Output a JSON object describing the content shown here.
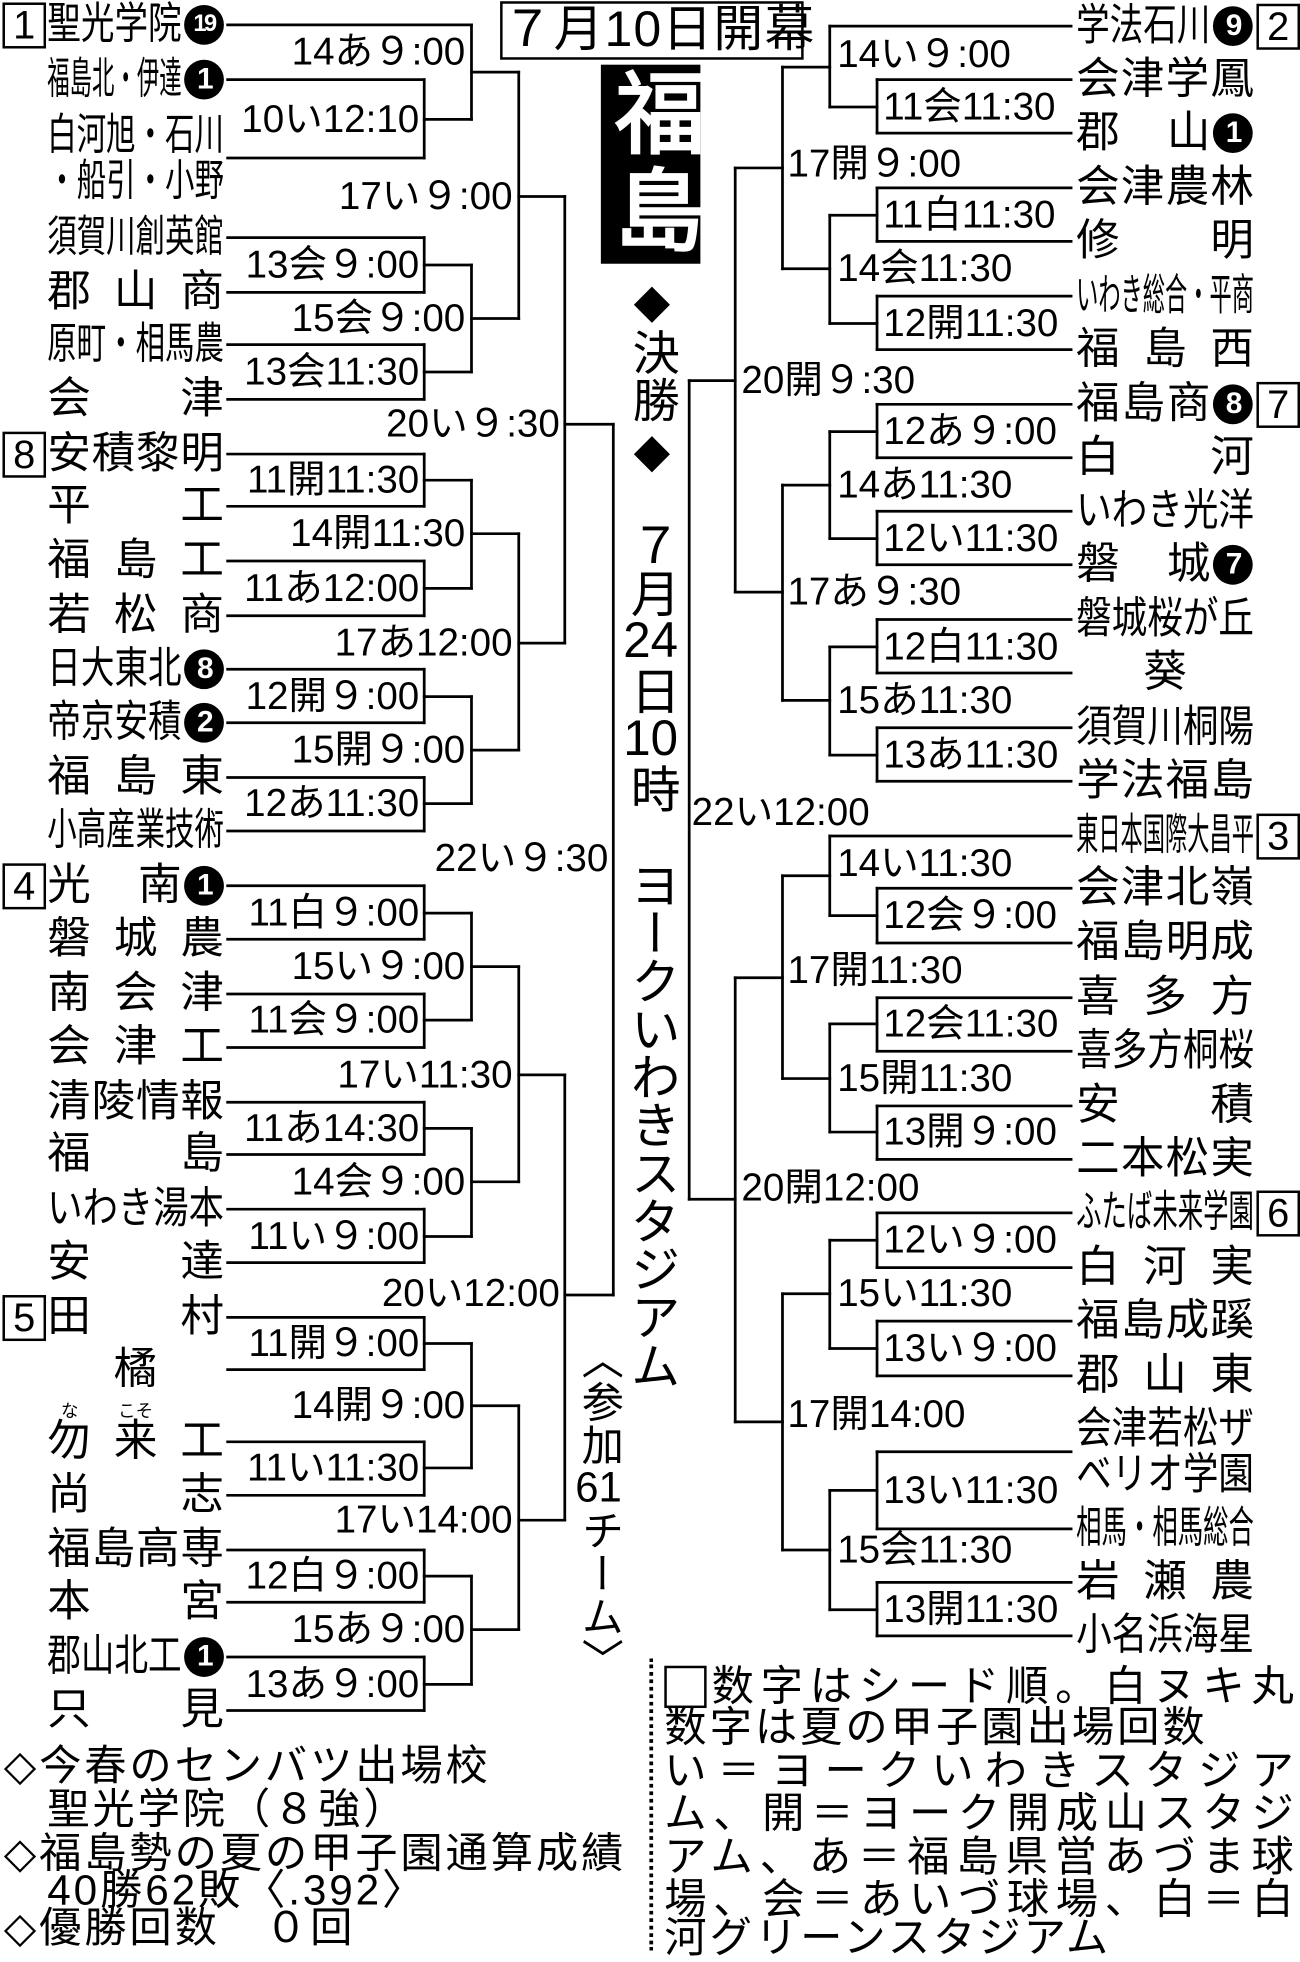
{
  "header": {
    "opening": "７月10日開幕",
    "prefecture": "福島"
  },
  "final": {
    "title": "◆決勝◆",
    "schedule": "７月24日10時　ヨークいわきスタジアム",
    "participants": "〈参加61チーム〉"
  },
  "left_bracket": {
    "teams": [
      {
        "name": "聖光学院",
        "seed": "1",
        "appearances": "19"
      },
      {
        "name": "福島北・伊達",
        "appearances": "1"
      },
      {
        "name_lines": [
          "白河旭・石川",
          "・船引・小野"
        ]
      },
      {
        "name": "須賀川創英館"
      },
      {
        "name": "郡山商"
      },
      {
        "name": "原町・相馬農"
      },
      {
        "name": "会津"
      },
      {
        "name": "安積黎明",
        "seed": "8"
      },
      {
        "name": "平工"
      },
      {
        "name": "福島工"
      },
      {
        "name": "若松商"
      },
      {
        "name": "日大東北",
        "appearances": "8"
      },
      {
        "name": "帝京安積",
        "appearances": "2"
      },
      {
        "name": "福島東"
      },
      {
        "name": "小高産業技術"
      },
      {
        "name": "光南",
        "seed": "4",
        "appearances": "1"
      },
      {
        "name": "磐城農"
      },
      {
        "name": "南会津"
      },
      {
        "name": "会津工"
      },
      {
        "name": "清陵情報"
      },
      {
        "name": "福島"
      },
      {
        "name": "いわき湯本"
      },
      {
        "name": "安達"
      },
      {
        "name": "田村",
        "seed": "5"
      },
      {
        "name": "橘"
      },
      {
        "name": "勿来工",
        "ruby": [
          "な",
          "こそ"
        ]
      },
      {
        "name": "尚志"
      },
      {
        "name": "福島高専"
      },
      {
        "name": "本宮"
      },
      {
        "name": "郡山北工",
        "appearances": "1"
      },
      {
        "name": "只見"
      }
    ],
    "match_labels": [
      "14あ９:00",
      "10い12:10",
      "17い９:00",
      "13会９:00",
      "15会９:00",
      "13会11:30",
      "20い９:30",
      "11開11:30",
      "14開11:30",
      "11あ12:00",
      "17あ12:00",
      "12開９:00",
      "15開９:00",
      "12あ11:30",
      "22い９:30",
      "11白９:00",
      "15い９:00",
      "11会９:00",
      "17い11:30",
      "11あ14:30",
      "14会９:00",
      "11い９:00",
      "20い12:00",
      "11開９:00",
      "14開９:00",
      "11い11:30",
      "17い14:00",
      "12白９:00",
      "15あ９:00",
      "13あ９:00"
    ]
  },
  "right_bracket": {
    "teams": [
      {
        "name": "学法石川",
        "seed": "2",
        "appearances": "9"
      },
      {
        "name": "会津学鳳"
      },
      {
        "name": "郡山",
        "appearances": "1"
      },
      {
        "name": "会津農林"
      },
      {
        "name": "修明"
      },
      {
        "name": "いわき総合・平商"
      },
      {
        "name": "福島西"
      },
      {
        "name": "福島商",
        "seed": "7",
        "appearances": "8"
      },
      {
        "name": "白河"
      },
      {
        "name": "いわき光洋"
      },
      {
        "name": "磐城",
        "appearances": "7"
      },
      {
        "name": "磐城桜が丘"
      },
      {
        "name": "葵"
      },
      {
        "name": "須賀川桐陽"
      },
      {
        "name": "学法福島"
      },
      {
        "name": "東日本国際大昌平",
        "seed": "3"
      },
      {
        "name": "会津北嶺"
      },
      {
        "name": "福島明成"
      },
      {
        "name": "喜多方"
      },
      {
        "name": "喜多方桐桜"
      },
      {
        "name": "安積"
      },
      {
        "name": "二本松実"
      },
      {
        "name": "ふたば未来学園",
        "seed": "6"
      },
      {
        "name": "白河実"
      },
      {
        "name": "福島成蹊"
      },
      {
        "name": "郡山東"
      },
      {
        "name_lines": [
          "会津若松ザ",
          "ベリオ学園"
        ]
      },
      {
        "name": "相馬・相馬総合"
      },
      {
        "name": "岩瀬農"
      },
      {
        "name": "小名浜海星"
      }
    ],
    "match_labels": [
      "14い９:00",
      "11会11:30",
      "17開９:00",
      "11白11:30",
      "14会11:30",
      "12開11:30",
      "20開９:30",
      "12あ９:00",
      "14あ11:30",
      "12い11:30",
      "17あ９:30",
      "12白11:30",
      "15あ11:30",
      "13あ11:30",
      "22い12:00",
      "14い11:30",
      "12会９:00",
      "17開11:30",
      "12会11:30",
      "15開11:30",
      "13開９:00",
      "20開12:00",
      "12い９:00",
      "15い11:30",
      "13い９:00",
      "17開14:00",
      "13い11:30",
      "15会11:30",
      "13開11:30"
    ]
  },
  "notes": [
    "◇今春のセンバツ出場校",
    "聖光学院（８強）",
    "◇福島勢の夏の甲子園通算成績",
    "40勝62敗〈.392〉",
    "◇優勝回数　０回"
  ],
  "legend": {
    "lines": [
      "数字はシード順。白ヌキ丸",
      "数字は夏の甲子園出場回数",
      "い＝ヨークいわきスタジア",
      "ム、開＝ヨーク開成山スタジ",
      "アム、あ＝福島県営あづま球",
      "場、会＝あいづ球場、白＝白",
      "河グリーンスタジアム"
    ]
  }
}
